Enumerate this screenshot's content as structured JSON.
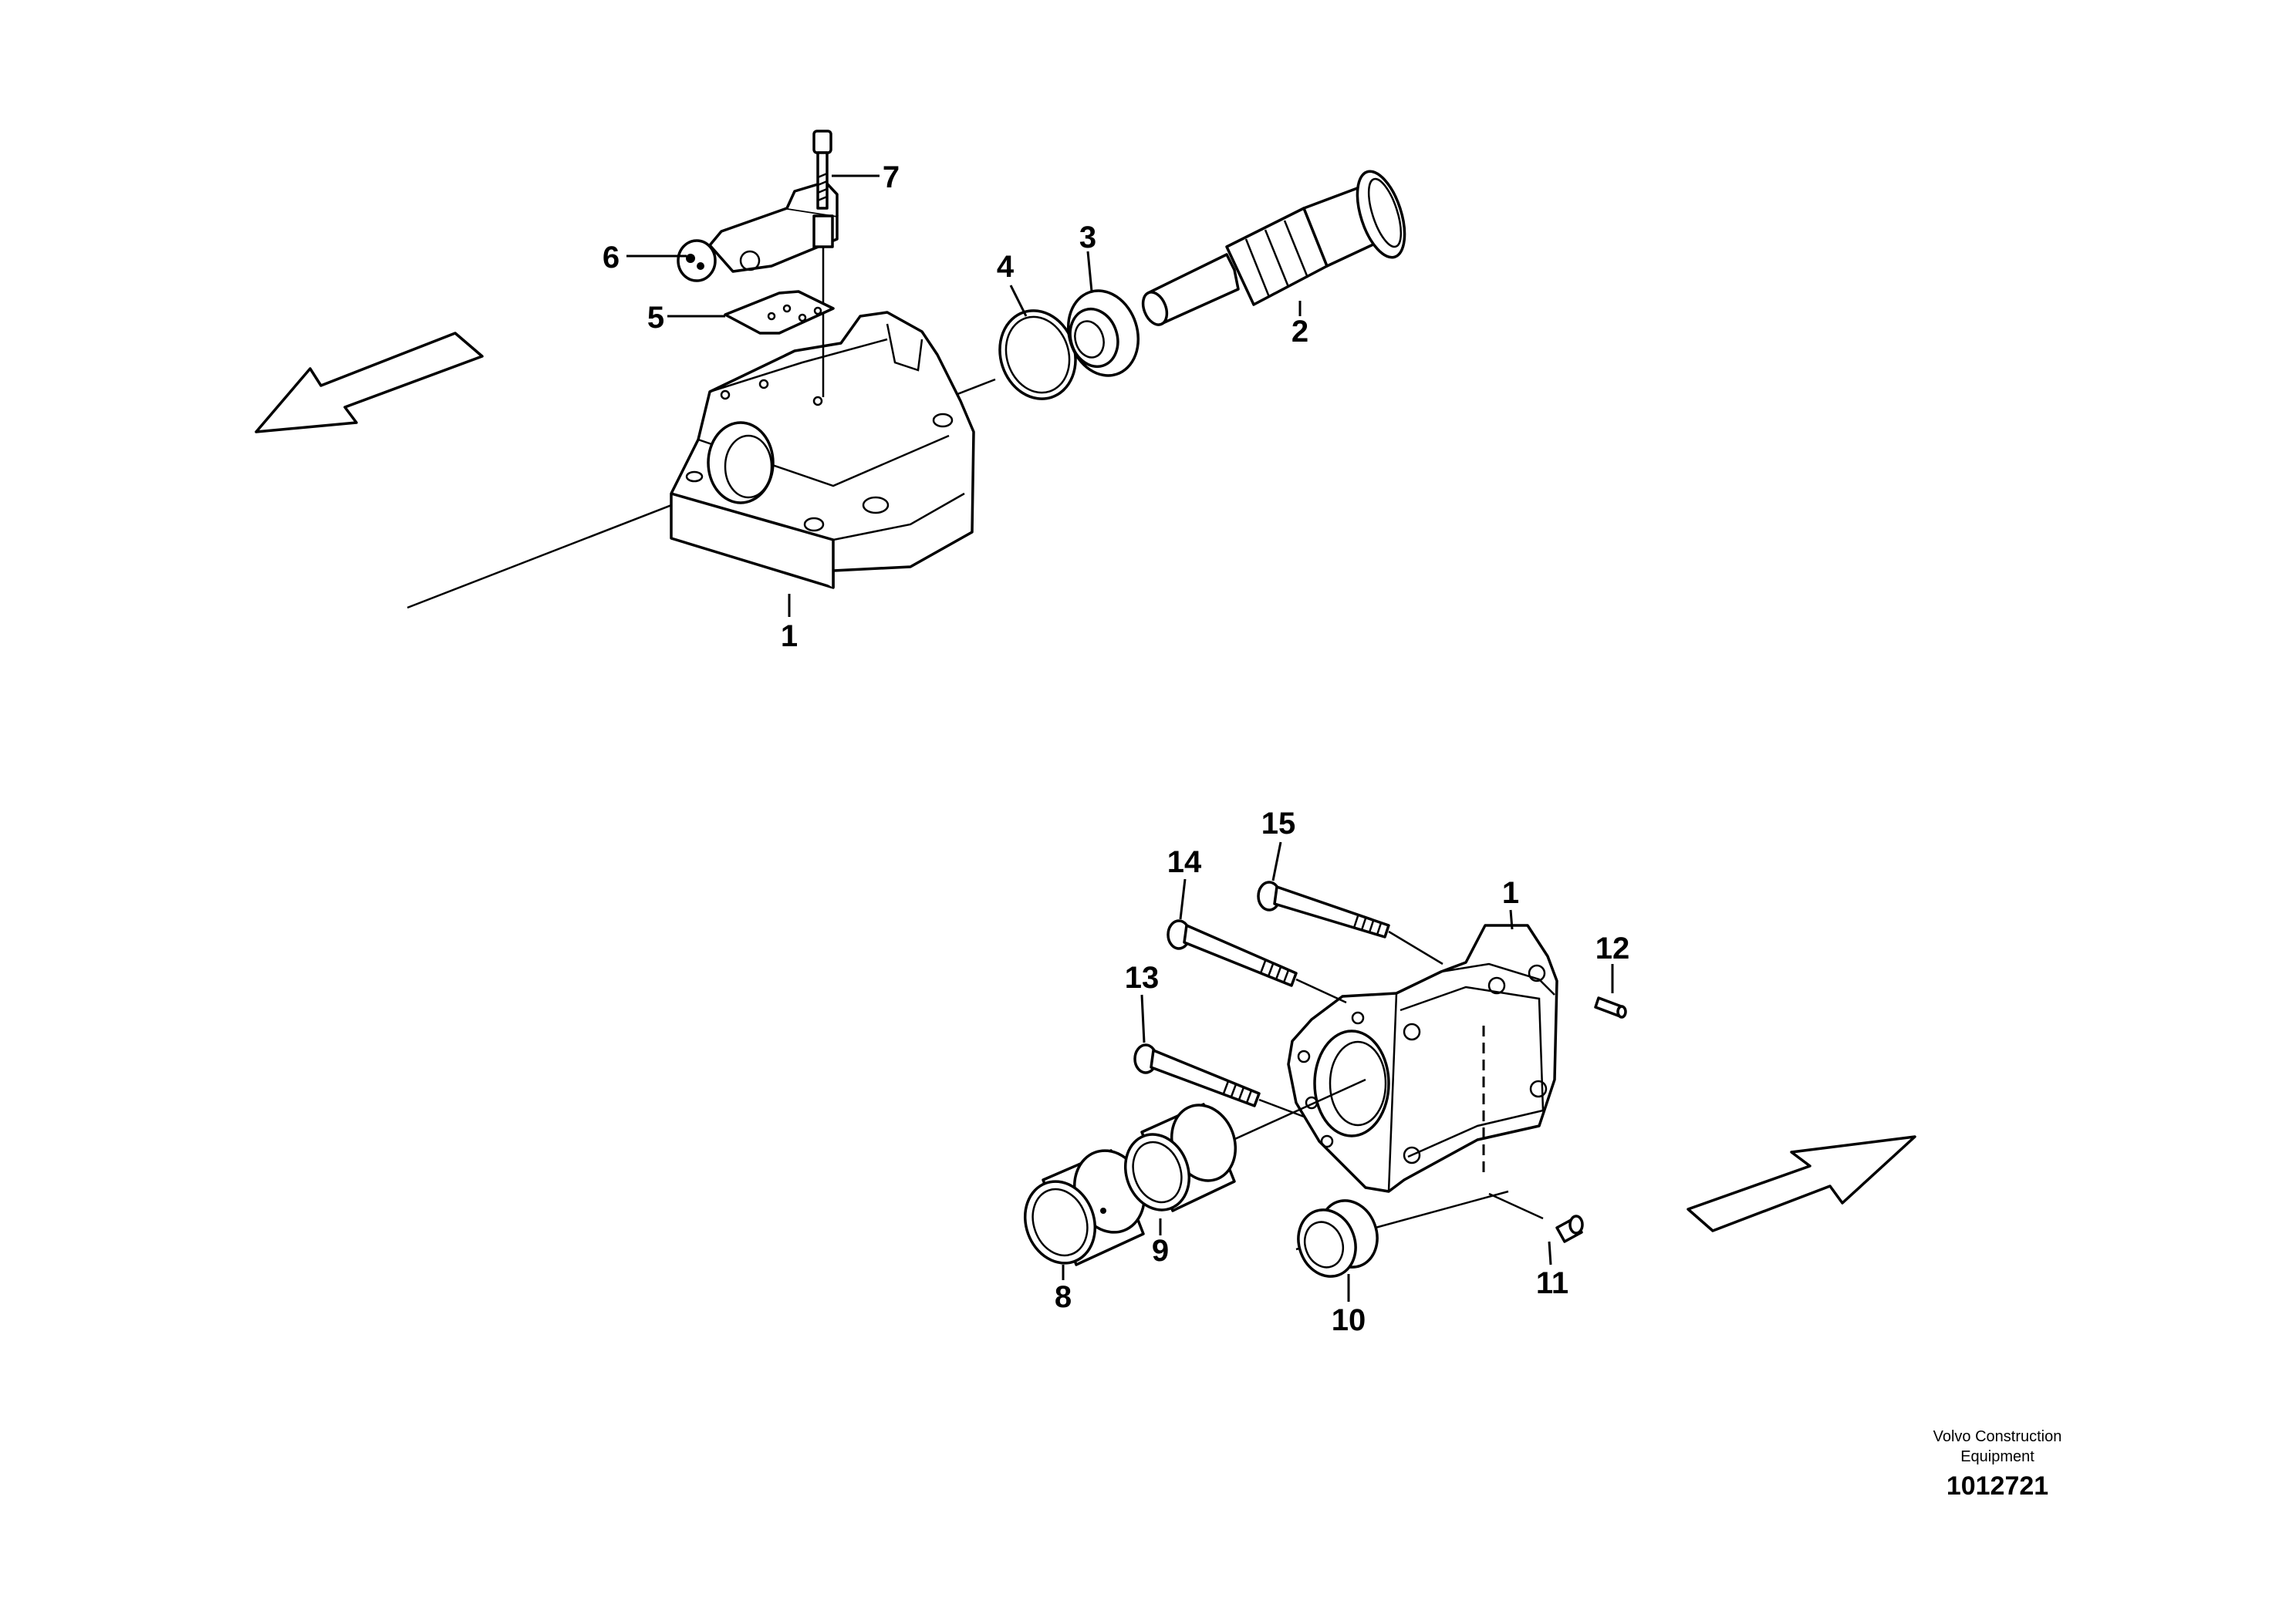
{
  "diagram": {
    "callouts_top": [
      {
        "id": "7",
        "label": "7"
      },
      {
        "id": "6",
        "label": "6"
      },
      {
        "id": "5",
        "label": "5"
      },
      {
        "id": "4",
        "label": "4"
      },
      {
        "id": "3",
        "label": "3"
      },
      {
        "id": "2",
        "label": "2"
      },
      {
        "id": "1",
        "label": "1"
      }
    ],
    "callouts_bottom": [
      {
        "id": "15",
        "label": "15"
      },
      {
        "id": "14",
        "label": "14"
      },
      {
        "id": "13",
        "label": "13"
      },
      {
        "id": "1",
        "label": "1"
      },
      {
        "id": "12",
        "label": "12"
      },
      {
        "id": "9",
        "label": "9"
      },
      {
        "id": "8",
        "label": "8"
      },
      {
        "id": "10",
        "label": "10"
      },
      {
        "id": "11",
        "label": "11"
      }
    ]
  },
  "footer": {
    "company": "Volvo Construction Equipment",
    "doc_number": "1012721"
  }
}
